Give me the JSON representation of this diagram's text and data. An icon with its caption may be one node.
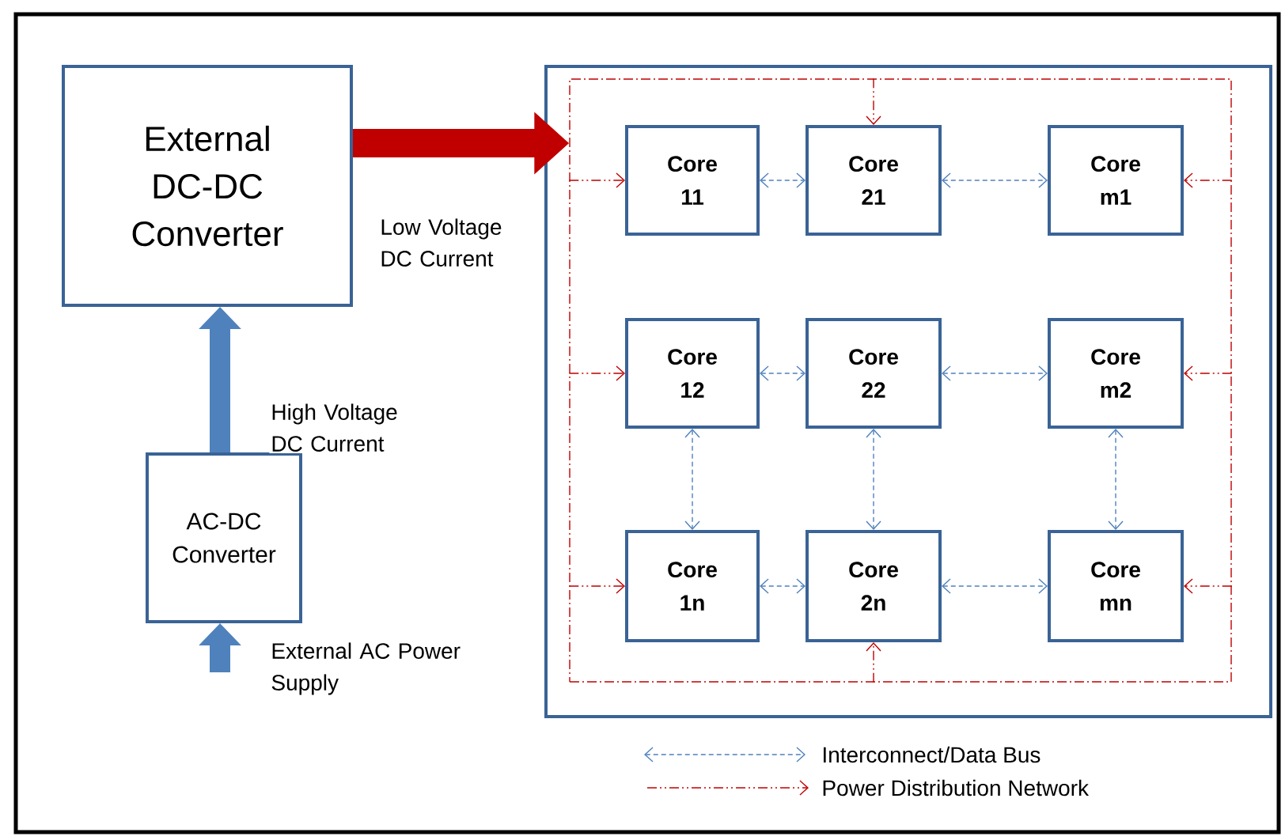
{
  "diagram": {
    "nodes": [
      {
        "text": [
          "External DC-DC Converter"
        ]
      },
      {
        "text": [
          "AC-DC Converter"
        ]
      },
      {
        "text": [],
        "shape": "box"
      },
      {
        "text": [
          "Core 11"
        ],
        "in": 12
      },
      {
        "text": [
          "Core 21"
        ],
        "in": 12
      },
      {
        "text": [
          "Core m1"
        ],
        "in": 12
      },
      {
        "text": [
          "Core 12"
        ],
        "in": 12
      },
      {
        "text": [
          "Core 22"
        ],
        "in": 12
      },
      {
        "text": [
          "Core m2"
        ],
        "in": 12
      },
      {
        "text": [
          "Core 1n"
        ],
        "in": 12
      },
      {
        "text": [
          "Core 2n"
        ],
        "in": 12
      },
      {
        "text": [
          "Core mn"
        ],
        "in": 12
      },
      {
        "text": [],
        "shape": "box",
        "in": 2
      }
    ],
    "edges": [
      {
        "from": 0,
        "to": 12,
        "arrow": "to",
        "label": "Low Voltage DC Current",
        "style": "thick",
        "color": "#c00000"
      },
      {
        "from": 1,
        "to": 0,
        "arrow": "to",
        "label": "High Voltage DC Current",
        "style": "thick",
        "color": "#4f81bd"
      },
      {
        "from": null,
        "to": 1,
        "arrow": "to",
        "label": "External AC Power Supply",
        "style": "thick",
        "color": "#4f81bd"
      },
      {
        "from": 3,
        "to": 4,
        "arrow": "both",
        "style": "dashed",
        "color": "#4f81bd"
      },
      {
        "from": 4,
        "to": 5,
        "arrow": "both",
        "style": "dashed",
        "color": "#4f81bd"
      },
      {
        "from": 6,
        "to": 7,
        "arrow": "both",
        "style": "dashed",
        "color": "#4f81bd"
      },
      {
        "from": 7,
        "to": 8,
        "arrow": "both",
        "style": "dashed",
        "color": "#4f81bd"
      },
      {
        "from": 6,
        "to": 9,
        "arrow": "both",
        "style": "dashed",
        "color": "#4f81bd"
      },
      {
        "from": 7,
        "to": 10,
        "arrow": "both",
        "style": "dashed",
        "color": "#4f81bd"
      },
      {
        "from": 8,
        "to": 11,
        "arrow": "both",
        "style": "dashed",
        "color": "#4f81bd"
      },
      {
        "from": 9,
        "to": 10,
        "arrow": "both",
        "style": "dashed",
        "color": "#4f81bd"
      },
      {
        "from": 10,
        "to": 11,
        "arrow": "both",
        "style": "dashed",
        "color": "#4f81bd"
      },
      {
        "from": 12,
        "to": 3,
        "arrow": "to",
        "style": "dashed",
        "color": "#c00000"
      },
      {
        "from": 12,
        "to": 4,
        "arrow": "to",
        "style": "dashed",
        "color": "#c00000"
      },
      {
        "from": 12,
        "to": 5,
        "arrow": "to",
        "style": "dashed",
        "color": "#c00000"
      },
      {
        "from": 12,
        "to": 6,
        "arrow": "to",
        "style": "dashed",
        "color": "#c00000"
      },
      {
        "from": 12,
        "to": 8,
        "arrow": "to",
        "style": "dashed",
        "color": "#c00000"
      },
      {
        "from": 12,
        "to": 9,
        "arrow": "to",
        "style": "dashed",
        "color": "#c00000"
      },
      {
        "from": 12,
        "to": 10,
        "arrow": "to",
        "style": "dashed",
        "color": "#c00000"
      },
      {
        "from": 12,
        "to": 11,
        "arrow": "to",
        "style": "dashed",
        "color": "#c00000"
      }
    ],
    "legend": [
      {
        "text": "Interconnect/Data Bus"
      },
      {
        "text": "Power Distribution Network"
      }
    ]
  }
}
